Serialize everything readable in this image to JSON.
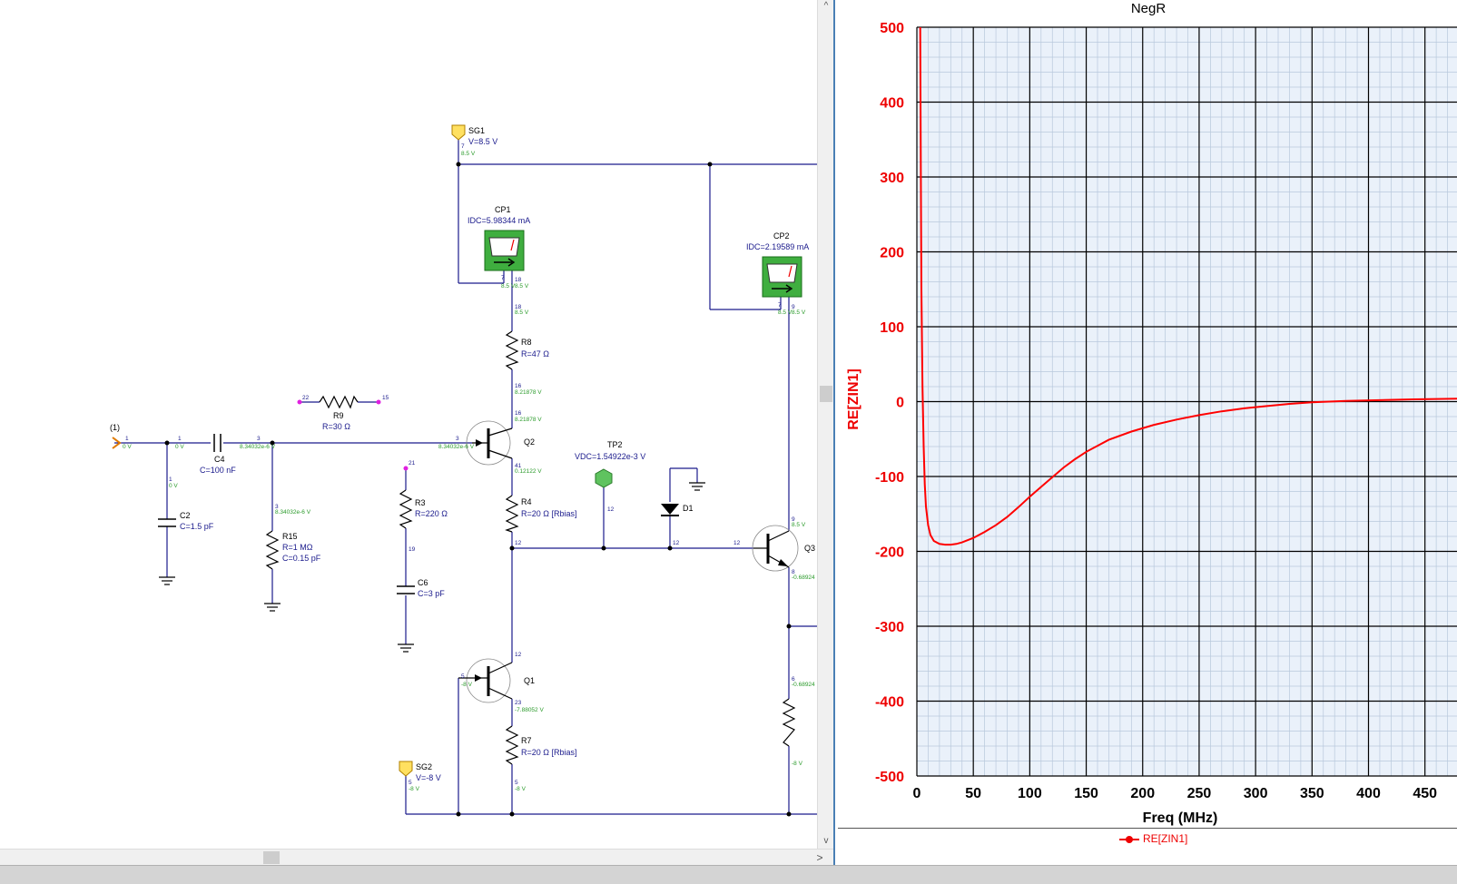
{
  "schematic": {
    "port_label": "(1)",
    "components": {
      "SG1": {
        "name": "SG1",
        "value": "V=8.5 V"
      },
      "SG2": {
        "name": "SG2",
        "value": "V=-8 V"
      },
      "CP1": {
        "name": "CP1",
        "value": "IDC=5.98344 mA"
      },
      "CP2": {
        "name": "CP2",
        "value": "IDC=2.19589 mA"
      },
      "C4": {
        "name": "C4",
        "value": "C=100 nF"
      },
      "C2": {
        "name": "C2",
        "value": "C=1.5 pF"
      },
      "R9": {
        "name": "R9",
        "value": "R=30 Ω"
      },
      "R15": {
        "name": "R15",
        "value1": "R=1 MΩ",
        "value2": "C=0.15 pF"
      },
      "R3": {
        "name": "R3",
        "value": "R=220 Ω"
      },
      "C6": {
        "name": "C6",
        "value": "C=3 pF"
      },
      "R8": {
        "name": "R8",
        "value": "R=47 Ω"
      },
      "R4": {
        "name": "R4",
        "value": "R=20 Ω [Rbias]"
      },
      "R7": {
        "name": "R7",
        "value": "R=20 Ω [Rbias]"
      },
      "Q1": {
        "name": "Q1"
      },
      "Q2": {
        "name": "Q2"
      },
      "Q3": {
        "name": "Q3"
      },
      "D1": {
        "name": "D1"
      },
      "TP2": {
        "name": "TP2",
        "value": "VDC=1.54922e-3 V"
      }
    },
    "nodes": {
      "n1a": "1",
      "n1b": "1",
      "n3": "3",
      "n3b": "3",
      "n3c": "3",
      "n1c": "1",
      "n7": "7",
      "n7b": "7",
      "n18": "18",
      "n18b": "18",
      "n16": "16",
      "n16b": "16",
      "n41": "41",
      "n12a": "12",
      "n12b": "12",
      "n12c": "12",
      "n12d": "12",
      "n12e": "12",
      "n21": "21",
      "n19": "19",
      "n22": "22",
      "n15": "15",
      "n5": "5",
      "n5b": "5",
      "n5c": "5",
      "n23": "23",
      "n9": "9",
      "n9b": "9",
      "n7c": "7",
      "n8": "8",
      "n6": "6"
    },
    "voltages": {
      "v0a": "0 V",
      "v0b": "0 V",
      "v0c": "0 V",
      "vc4": "8.34032e-6 V",
      "vr15": "8.34032e-6 V",
      "vq2b": "8.34032e-6 V",
      "vsg1": "8.5 V",
      "vcp1a": "8.5 V",
      "vcp1b": "8.5 V",
      "vr8t": "8.5 V",
      "vr8b": "8.21878 V",
      "vq2c": "8.21878 V",
      "vq2e": "0.12122 V",
      "vq1s": "-7.88052 V",
      "vsg2": "-8 V",
      "vq1b": "-8 V",
      "vr7b": "-8 V",
      "vcp2a": "8.5 V",
      "vcp2b": "8.5 V",
      "vq3c": "8.5 V",
      "vq3e": "-0.68924",
      "vq3e2": "-0.68924",
      "vr5b": "-8 V"
    }
  },
  "graph": {
    "title": "NegR",
    "legend": "RE[ZIN1]",
    "color": "#ff0000",
    "scrollbar_arrows": {
      "right": ">",
      "up": "^",
      "down": "v"
    }
  },
  "chart_data": {
    "type": "line",
    "title": "NegR",
    "xlabel": "Freq (MHz)",
    "ylabel": "RE[ZIN1]",
    "xlim": [
      0,
      480
    ],
    "ylim": [
      -500,
      500
    ],
    "x_ticks": [
      "0",
      "50",
      "100",
      "150",
      "200",
      "250",
      "300",
      "350",
      "400",
      "450"
    ],
    "y_ticks": [
      "500",
      "400",
      "300",
      "200",
      "100",
      "0",
      "-100",
      "-200",
      "-300",
      "-400",
      "-500"
    ],
    "grid": true,
    "series": [
      {
        "name": "RE[ZIN1]",
        "color": "#ff0000",
        "x": [
          3,
          3.5,
          4,
          5,
          6,
          7,
          8,
          10,
          12,
          15,
          20,
          25,
          30,
          35,
          40,
          50,
          60,
          70,
          80,
          90,
          100,
          110,
          120,
          130,
          140,
          150,
          170,
          190,
          210,
          230,
          250,
          270,
          290,
          310,
          330,
          350,
          380,
          410,
          440,
          480
        ],
        "y": [
          500,
          300,
          150,
          20,
          -60,
          -110,
          -140,
          -165,
          -178,
          -186,
          -190,
          -191,
          -191,
          -190,
          -188,
          -182,
          -174,
          -165,
          -154,
          -141,
          -127,
          -114,
          -101,
          -88,
          -77,
          -67,
          -51,
          -40,
          -31,
          -24,
          -18,
          -13,
          -9,
          -6,
          -3,
          -1,
          1,
          2,
          3,
          4
        ]
      }
    ]
  }
}
